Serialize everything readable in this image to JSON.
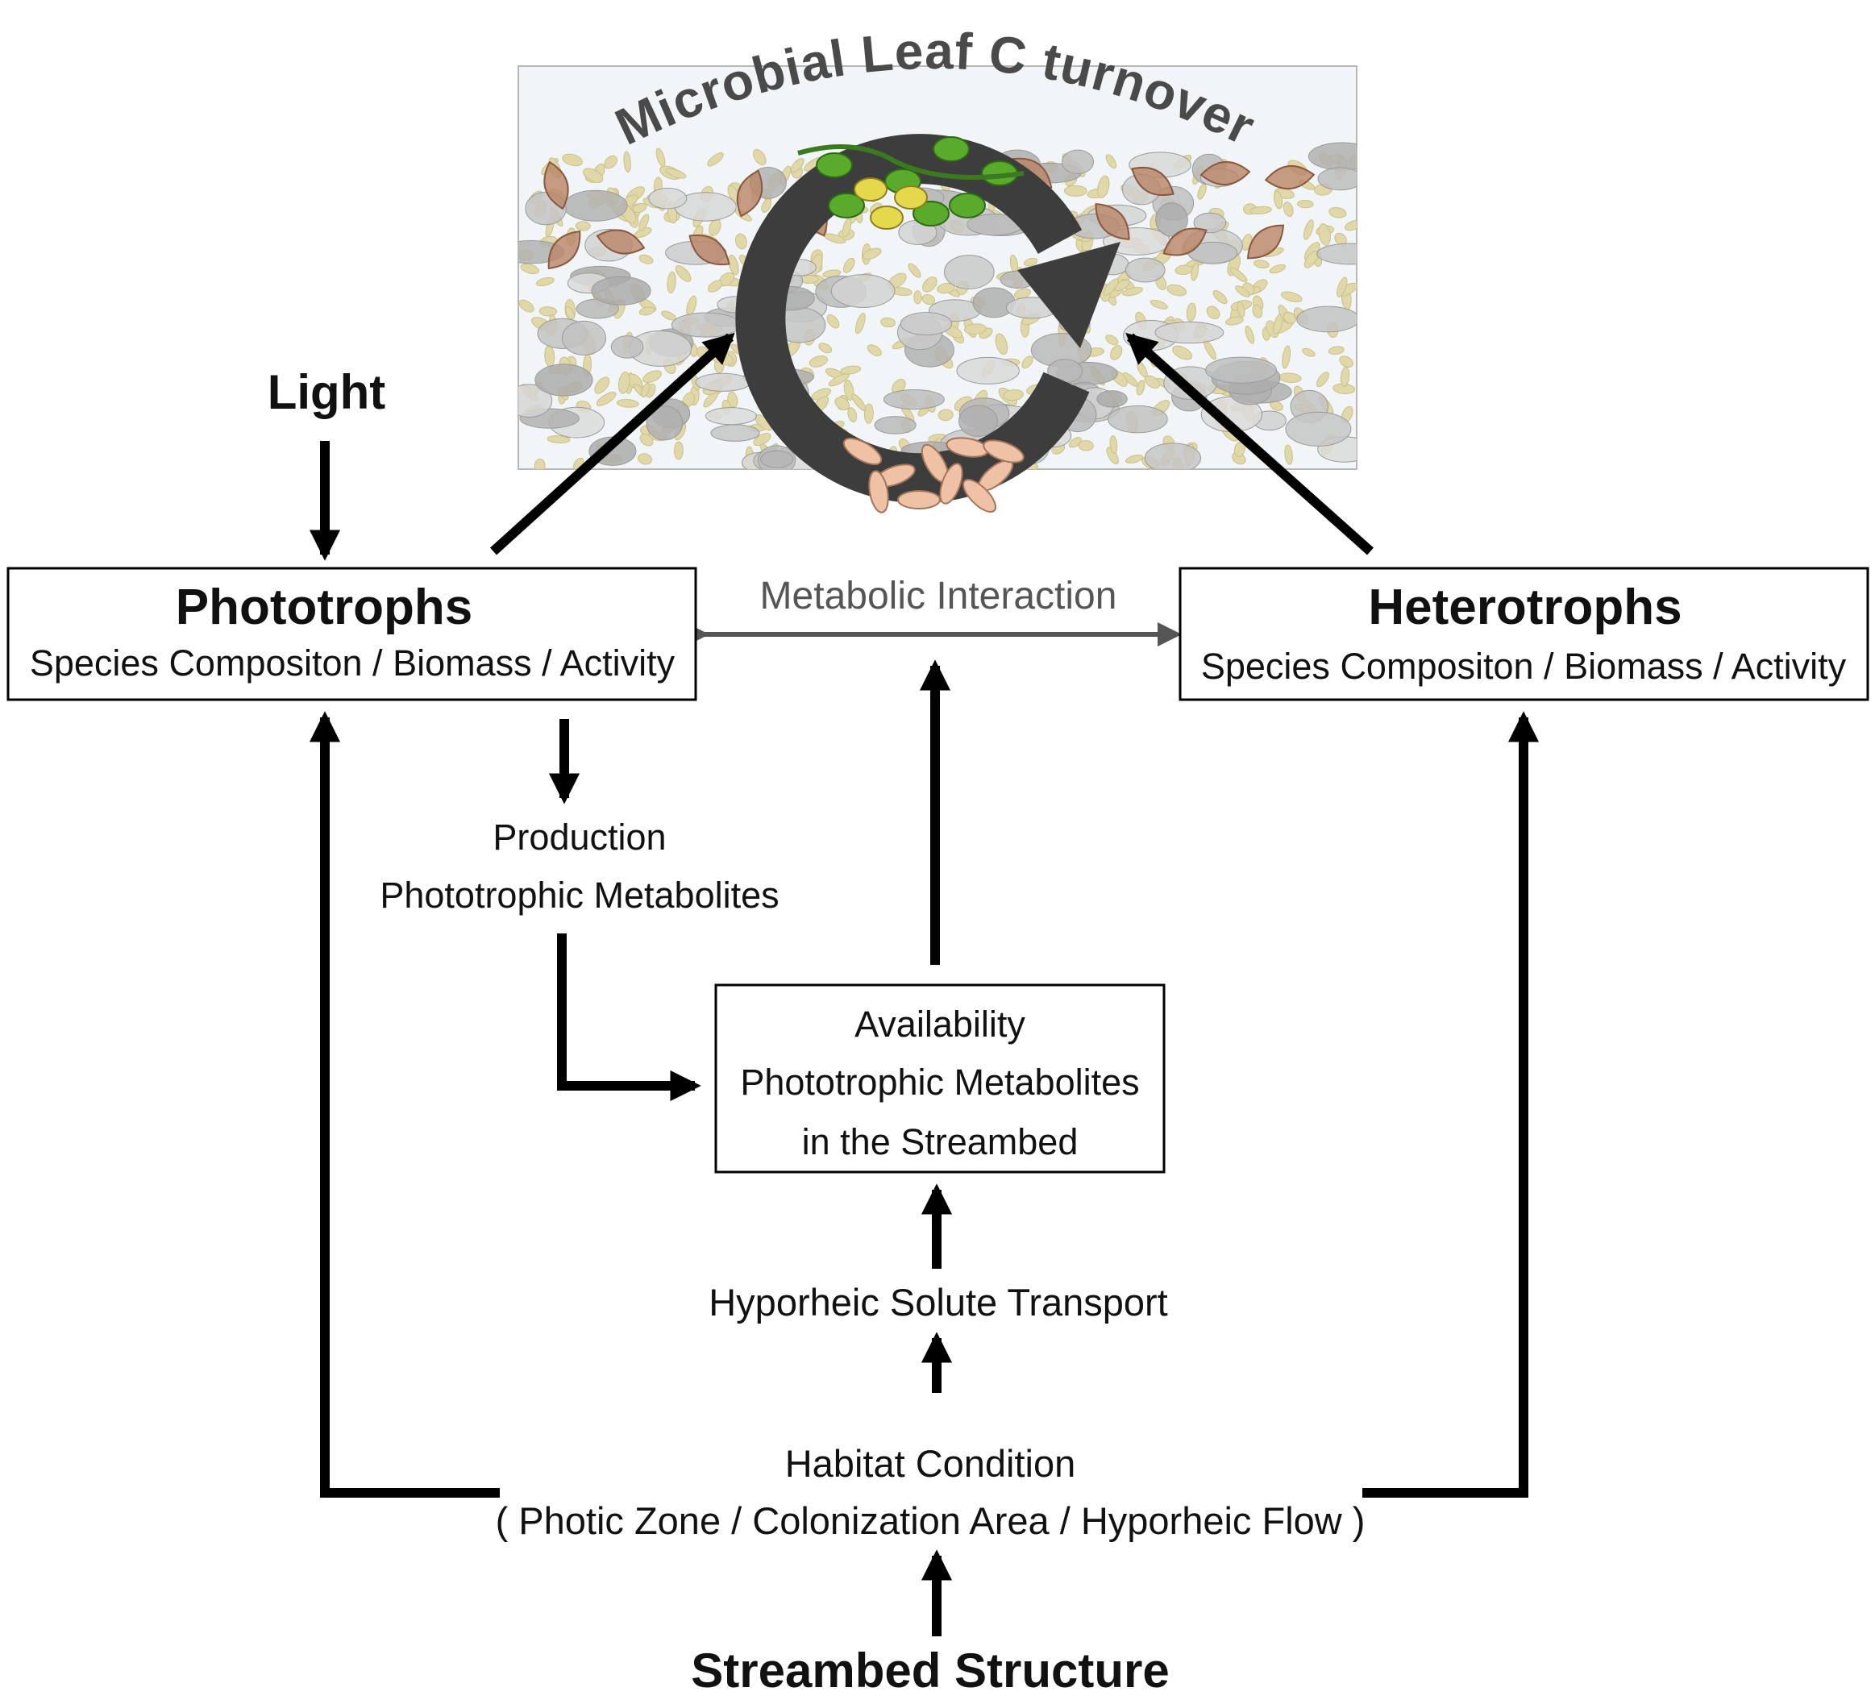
{
  "illustration": {
    "title": "Microbial Leaf C turnover",
    "bg_color": "#f2f5f8"
  },
  "nodes": {
    "light": "Light",
    "phototrophs": {
      "title": "Phototrophs",
      "subtitle": "Species Compositon / Biomass / Activity"
    },
    "heterotrophs": {
      "title": "Heterotrophs",
      "subtitle": "Species Compositon / Biomass / Activity"
    },
    "interaction": "Metabolic Interaction",
    "production": {
      "line1": "Production",
      "line2": "Phototrophic Metabolites"
    },
    "availability": {
      "line1": "Availability",
      "line2": "Phototrophic Metabolites",
      "line3": "in the Streambed"
    },
    "transport": "Hyporheic Solute Transport",
    "habitat": {
      "line1": "Habitat Condition",
      "line2": "( Photic Zone / Colonization Area / Hyporheic Flow )"
    },
    "structure": "Streambed Structure"
  },
  "colors": {
    "arrow": "#000000",
    "interaction_arrow": "#555555",
    "cycle": "#3d3d3d",
    "leaf": "#b98466",
    "pebble": "#bdbdbd",
    "sand": "#e0d8a8",
    "algae": "#5aaa2c",
    "diatom": "#e5d84a",
    "bacteria": "#efc2a6"
  }
}
